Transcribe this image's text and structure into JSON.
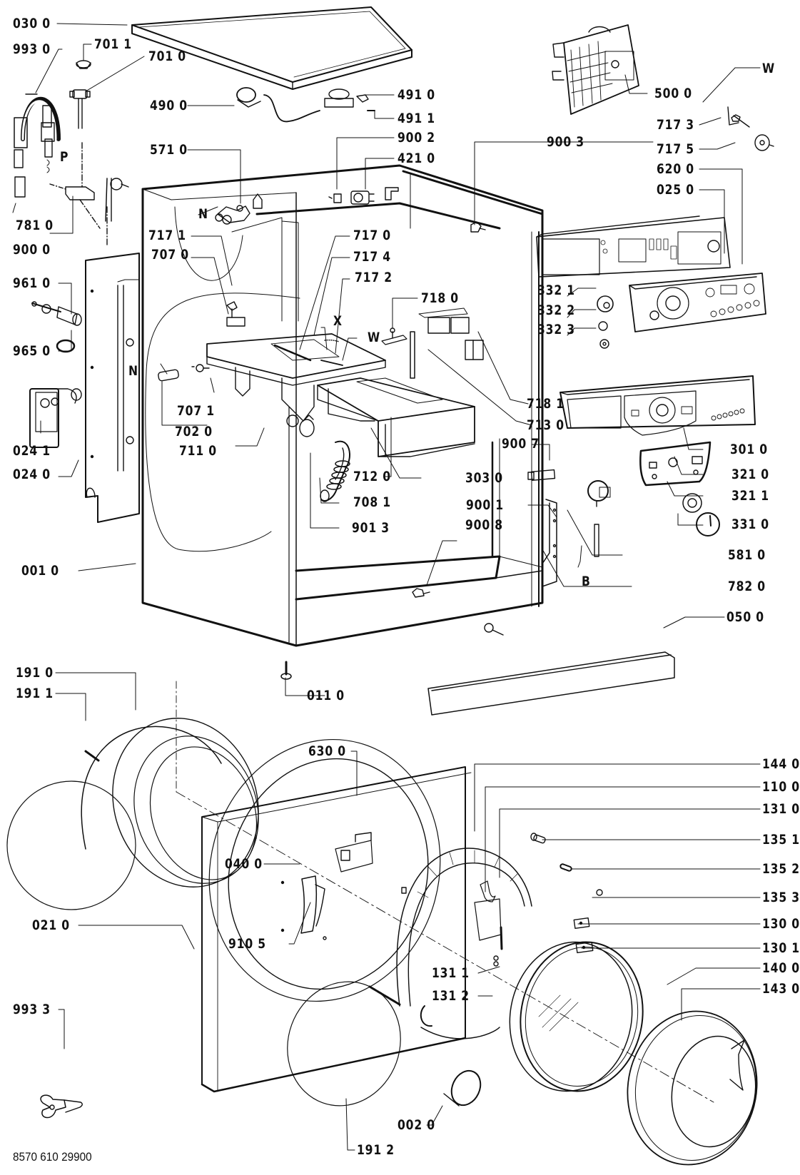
{
  "diagram": {
    "type": "exploded-parts-view",
    "subject": "front-loading washing machine cabinet, control panel and door",
    "document_number": "8570 610 29900",
    "colors": {
      "ink": "#111111",
      "background": "#ffffff"
    },
    "labels": {
      "l0300": "030 0",
      "l9930": "993 0",
      "l7011": "701 1",
      "l7010": "701 0",
      "l4900": "490 0",
      "l4910": "491 0",
      "l4911": "491 1",
      "l9002": "900 2",
      "l4210": "421 0",
      "l5710": "571 0",
      "l5000": "500 0",
      "lW1": "W",
      "l7173": "717 3",
      "l7175": "717 5",
      "l9003": "900 3",
      "l6200": "620 0",
      "l0250": "025 0",
      "lP": "P",
      "l7810": "781 0",
      "l9000": "900 0",
      "lN1": "N",
      "l7171": "717 1",
      "l7070": "707 0",
      "l7170": "717 0",
      "l7174": "717 4",
      "l7172": "717 2",
      "l7180": "718 0",
      "lX": "X",
      "lW2": "W",
      "l9610": "961 0",
      "l3321": "332 1",
      "l3322": "332 2",
      "l3323": "332 3",
      "l9650": "965 0",
      "lN2": "N",
      "l7071": "707 1",
      "l7020": "702 0",
      "l7110": "711 0",
      "l7181": "718 1",
      "l7130": "713 0",
      "l9007": "900 7",
      "l0241": "024 1",
      "l0240": "024 0",
      "l3010": "301 0",
      "l3210": "321 0",
      "l3211": "321 1",
      "l3310": "331 0",
      "l3030": "303 0",
      "l7120": "712 0",
      "l7081": "708 1",
      "l9001": "900 1",
      "l9013": "901 3",
      "l9008": "900 8",
      "l5810": "581 0",
      "lB": "B",
      "l7820": "782 0",
      "l0010": "001 0",
      "l0500": "050 0",
      "l1910": "191 0",
      "l1911": "191 1",
      "l0110": "011 0",
      "l6300": "630 0",
      "l1440": "144 0",
      "l1100": "110 0",
      "l1310": "131 0",
      "l1351": "135 1",
      "l1352": "135 2",
      "l1353": "135 3",
      "l1300": "130 0",
      "l1301": "130 1",
      "l0400": "040 0",
      "l1400": "140 0",
      "l1311": "131 1",
      "l1312": "131 2",
      "l0210": "021 0",
      "l9105": "910 5",
      "l1430": "143 0",
      "l9933": "993 3",
      "l0020": "002 0",
      "l1912": "191 2"
    }
  }
}
